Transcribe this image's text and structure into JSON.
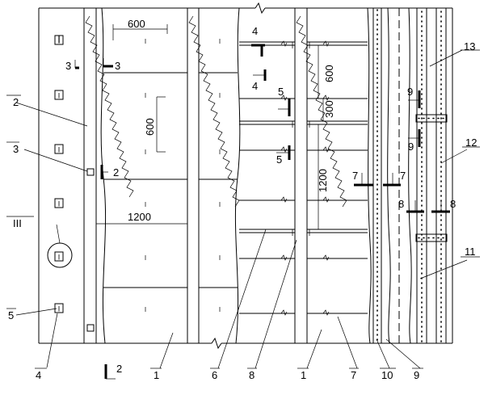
{
  "dimensions": {
    "d600_top": "600",
    "d600_left": "600",
    "d600_right": "600",
    "d300": "300",
    "d1200_mid": "1200",
    "d1200_vert": "1200"
  },
  "sections": {
    "s3a": "3",
    "s3b": "3",
    "s2a": "2",
    "s2b": "2",
    "s4a": "4",
    "s4b": "4",
    "s5a": "5",
    "s5b": "5",
    "s7a": "7",
    "s7b": "7",
    "s8a": "8",
    "s8b": "8",
    "s9a": "9",
    "s9b": "9"
  },
  "callouts": {
    "c2": "2",
    "c3": "3",
    "cIII": "III",
    "c5": "5",
    "c4": "4",
    "c1a": "1",
    "c6": "6",
    "c8": "8",
    "c1b": "1",
    "c7": "7",
    "c10": "10",
    "c9": "9",
    "c11": "11",
    "c12": "12",
    "c13": "13"
  },
  "marker": "I"
}
